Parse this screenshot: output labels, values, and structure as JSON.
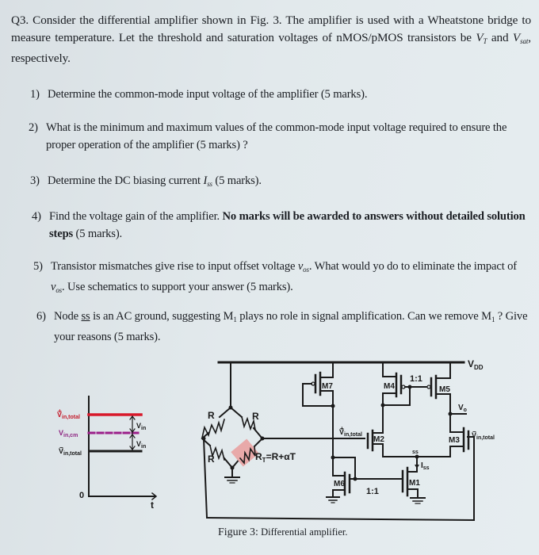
{
  "question": {
    "id": "Q3.",
    "intro_part1": "Consider the differential amplifier shown in Fig. 3. The amplifier is used with a Wheatstone bridge to measure temperature. Let the threshold and saturation voltages of nMOS/pMOS transistors be ",
    "vt_symbol": "V",
    "vt_sub": "T",
    "intro_and": " and ",
    "vsat_symbol": "V",
    "vsat_sub": "sat",
    "intro_part2": ", respectively."
  },
  "parts": [
    {
      "num": "1)",
      "text": "Determine the common-mode input voltage of the amplifier (5 marks)."
    },
    {
      "num": "2)",
      "text": "What is the minimum and maximum values of the common-mode input voltage required to ensure the proper operation of the amplifier (5 marks) ?"
    },
    {
      "num": "3)",
      "text_a": "Determine the DC biasing current ",
      "sym": "I",
      "sym_sub": "ss",
      "text_b": " (5 marks)."
    },
    {
      "num": "4)",
      "text_a": "Find the voltage gain of the amplifier. ",
      "bold": "No marks will be awarded to answers without detailed solution steps",
      "text_b": " (5 marks)."
    },
    {
      "num": "5)",
      "text_a": "Transistor mismatches give rise to input offset voltage ",
      "sym": "v",
      "sym_sub": "os",
      "text_b": ". What would yo do to eliminate the impact of ",
      "text_c": ". Use schematics to support your answer (5 marks)."
    },
    {
      "num": "6)",
      "text_a": "Node ",
      "underlined": "ss",
      "text_b": " is an AC ground, suggesting M",
      "m_sub": "1",
      "text_c": " plays no role in signal amplification. Can we remove M",
      "text_d": " ? Give your reasons (5 marks)."
    }
  ],
  "figure": {
    "caption_label": "Figure 3:",
    "caption_text": " Differential amplifier.",
    "waveform": {
      "vin_plus_label": "Vin,total",
      "vin_cm_label": "Vin,cm",
      "vin_minus_label": "Vin,total",
      "vin_label": "Vin",
      "origin_label": "0",
      "time_label": "t",
      "plus_color": "#d8192b",
      "cm_color": "#9b1f8a",
      "minus_color": "#1a1a1a"
    },
    "bridge": {
      "r_label": "R",
      "rt_label": "RT=R+αT",
      "rt_highlight": "#e8a9a9"
    },
    "transistors": [
      "M1",
      "M2",
      "M3",
      "M4",
      "M5",
      "M6",
      "M7"
    ],
    "labels": {
      "vdd": "VDD",
      "vo": "Vo",
      "ratio_top": "1:1",
      "ratio_bottom": "1:1",
      "node_ss": "ss",
      "iss": "Iss",
      "vin_plus": "Vin,total",
      "vin_minus": "Vin,total"
    }
  }
}
